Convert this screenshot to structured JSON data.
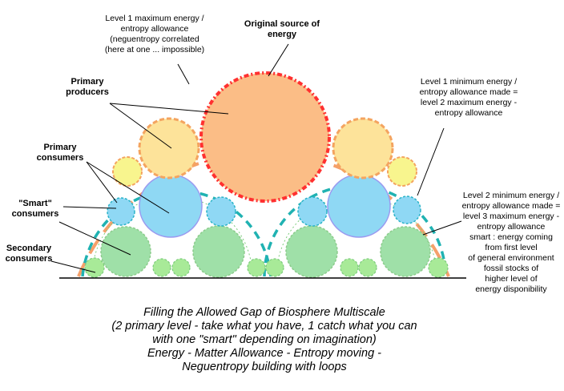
{
  "labels": {
    "level1_max": [
      "Level 1 maximum energy /",
      "entropy allowance",
      "(neguentropy correlated",
      "(here at one ... impossible)"
    ],
    "original_source": [
      "Original source of",
      "energy"
    ],
    "level1_min": [
      "Level 1 minimum energy /",
      "entropy allowance made =",
      "level 2 maximum energy -",
      "entropy allowance"
    ],
    "primary_producers": [
      "Primary",
      "producers"
    ],
    "primary_consumers": [
      "Primary",
      "consumers"
    ],
    "smart_consumers": [
      "\"Smart\"",
      "consumers"
    ],
    "secondary_consumers": [
      "Secondary",
      "consumers"
    ],
    "level2_min": [
      "Level 2 minimum energy /",
      "entropy allowance made =",
      "level 3 maximum energy -",
      "entropy allowance",
      "smart : energy coming",
      "from first level",
      "of general environment",
      "fossil stocks of",
      "higher level of",
      "energy disponibility"
    ]
  },
  "caption": [
    "Filling the Allowed Gap of Biosphere Multiscale",
    "(2 primary level - take what you have, 1 catch what you can",
    "with one \"smart\" depending on  imagination)",
    "Energy - Matter Allowance - Entropy moving -",
    "Neguentropy building with loops"
  ],
  "colors": {
    "source_fill": "#fbbd86",
    "source_stroke": "#ff3030",
    "producer_fill": "#fde39a",
    "producer_stroke": "#f4a460",
    "small_yellow_fill": "#f8f58e",
    "consumer_fill": "#8fd8f4",
    "consumer_stroke": "#9a9af0",
    "smart_fill": "#8fd8f4",
    "smart_stroke": "#2ab3c8",
    "secondary_fill": "#9fe0a8",
    "secondary_stroke": "#8ccc8c",
    "tiny_fill": "#a8ea98",
    "tiny_stroke": "#7ccc7c",
    "outer_arc": "#f5a06a",
    "mid_arc": "#20b2b2",
    "baseline": "#000000",
    "leader": "#000000",
    "caption_text": "#000000"
  }
}
